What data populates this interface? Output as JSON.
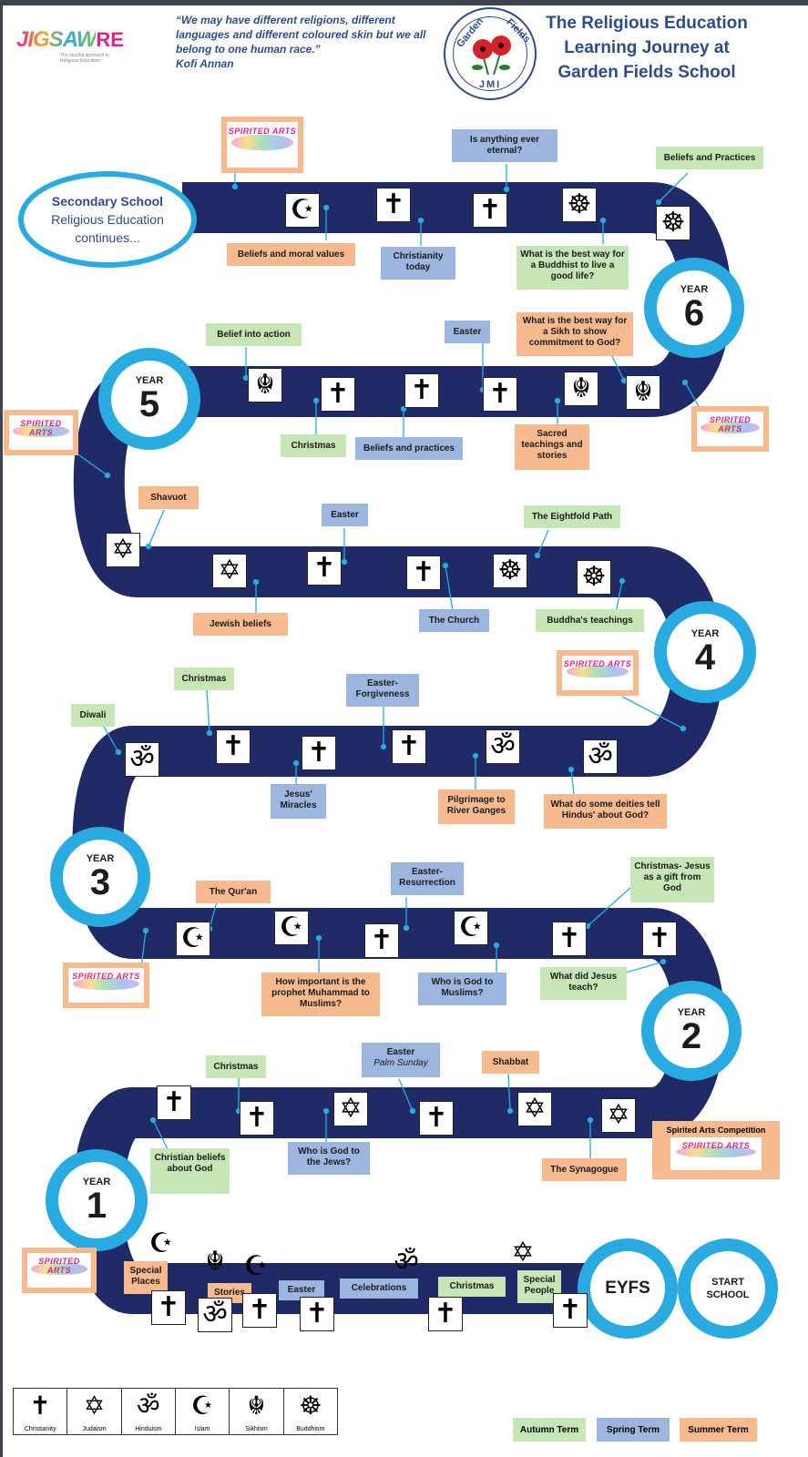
{
  "header": {
    "logo_text": "JIGSAW",
    "logo_suffix": "RE",
    "logo_tagline": "The mindful approach to Religious Education",
    "quote": "“We may have different religions, different languages and different coloured skin but we all belong to one human race.”",
    "quote_author": "Kofi Annan",
    "badge_top": "Garden",
    "badge_right": "Fields",
    "badge_bottom": "JMI",
    "title": "The Religious Education Learning Journey at Garden Fields School"
  },
  "secondary": {
    "line1": "Secondary School",
    "line2": "Religious Education",
    "line3": "continues..."
  },
  "years": {
    "y1": "1",
    "y2": "2",
    "y3": "3",
    "y4": "4",
    "y5": "5",
    "y6": "6",
    "year_word": "YEAR"
  },
  "eyfs": "EYFS",
  "start": {
    "line1": "START",
    "line2": "SCHOOL"
  },
  "spirited": "SPIRITED ARTS",
  "spirited_competition": "Spirited Arts Competition",
  "topics": {
    "y6_eternal": "Is anything ever eternal?",
    "y6_beliefs_practices": "Beliefs and Practices",
    "y6_moral": "Beliefs and moral values",
    "y6_christianity_today": "Christianity today",
    "y6_buddhist": "What is the best way for a Buddhist to live a good life?",
    "y6_sikh": "What is the best way for a Sikh to show commitment to God?",
    "y5_belief_action": "Belief into action",
    "y5_easter": "Easter",
    "y5_christmas": "Christmas",
    "y5_beliefs_practices": "Beliefs and practices",
    "y5_sacred": "Sacred teachings and stories",
    "y4_shavuot": "Shavuot",
    "y4_easter": "Easter",
    "y4_eightfold": "The Eightfold Path",
    "y4_jewish": "Jewish beliefs",
    "y4_church": "The Church",
    "y4_buddha": "Buddha's teachings",
    "y3_christmas": "Christmas",
    "y3_easter": "Easter- Forgiveness",
    "y3_diwali": "Diwali",
    "y3_miracles": "Jesus' Miracles",
    "y3_ganges": "Pilgrimage to River Ganges",
    "y3_deities": "What do some deities tell Hindus' about God?",
    "y2_quran": "The Qur'an",
    "y2_easter": "Easter- Resurrection",
    "y2_christmas": "Christmas- Jesus as a gift from God",
    "y2_muhammad": "How important is the prophet Muhammad to Muslims?",
    "y2_god_muslims": "Who is God to Muslims?",
    "y2_jesus_teach": "What did Jesus teach?",
    "y1_christmas": "Christmas",
    "y1_easter": "Easter",
    "y1_palm": "Palm Sunday",
    "y1_shabbat": "Shabbat",
    "y1_christian_god": "Christian beliefs about God",
    "y1_god_jews": "Who is God to the Jews?",
    "y1_synagogue": "The Synagogue",
    "e_special_places": "Special Places",
    "e_stories": "Stories",
    "e_easter": "Easter",
    "e_celebrations": "Celebrations",
    "e_christmas": "Christmas",
    "e_special_people": "Special People"
  },
  "icons": {
    "cross": "✝",
    "star": "✡",
    "om": "ॐ",
    "crescent": "☪",
    "khanda": "☬",
    "wheel": "☸"
  },
  "legend": [
    {
      "icon": "✝",
      "label": "Christianity"
    },
    {
      "icon": "✡",
      "label": "Judaism"
    },
    {
      "icon": "ॐ",
      "label": "Hinduism"
    },
    {
      "icon": "☪",
      "label": "Islam"
    },
    {
      "icon": "☬",
      "label": "Sikhism"
    },
    {
      "icon": "☸",
      "label": "Buddhism"
    }
  ],
  "terms": {
    "autumn": "Autumn Term",
    "spring": "Spring Term",
    "summer": "Summer Term"
  },
  "colors": {
    "path": "#1f2a66",
    "ring": "#29abe2",
    "autumn": "#c6e6b6",
    "spring": "#9db6e0",
    "summer": "#f6ba8e"
  }
}
